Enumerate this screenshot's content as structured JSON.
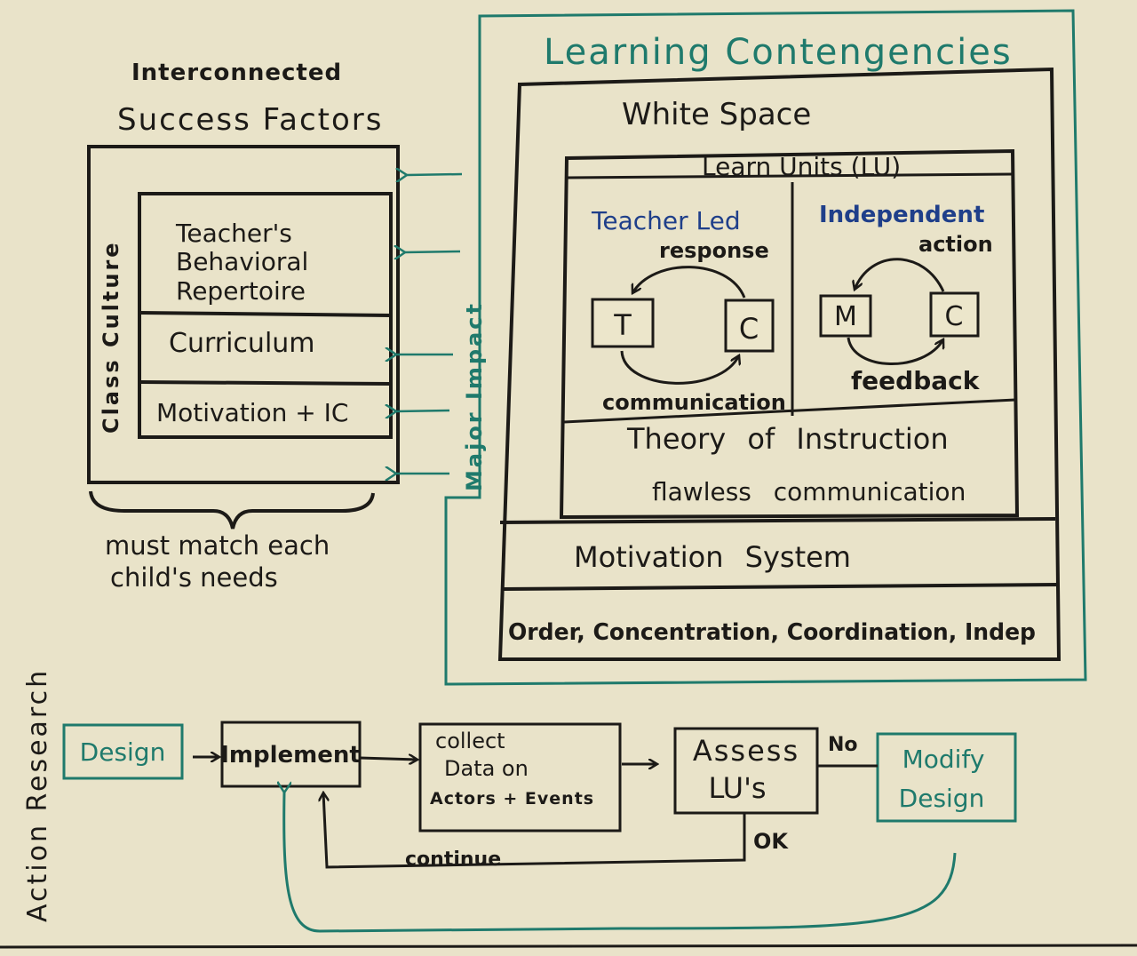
{
  "left_panel": {
    "heading_line1": "Interconnected",
    "heading_line2": "Success Factors",
    "vertical_label": "Class Culture",
    "rows": [
      "Teacher's",
      "Behavioral",
      "Repertoire",
      "Curriculum",
      "Motivation + IC"
    ],
    "brace_note_line1": "must match each",
    "brace_note_line2": "child's needs"
  },
  "major_impact": "Major Impact",
  "right_panel": {
    "title": "Learning Contengencies",
    "white_space": "White Space",
    "learn_units": "Learn Units (LU)",
    "teacher_led": {
      "heading": "Teacher Led",
      "response": "response",
      "box_t": "T",
      "box_c": "C",
      "communication": "communication"
    },
    "independent": {
      "heading": "Independent",
      "action": "action",
      "box_m": "M",
      "box_c": "C",
      "feedback": "feedback"
    },
    "theory_line1": "Theory of Instruction",
    "theory_line2": "flawless communication",
    "motivation_system": "Motivation System",
    "bottom_row": "Order, Concentration, Coordination, Indep"
  },
  "action_research": {
    "label": "Action Research",
    "design": "Design",
    "implement": "Implement",
    "collect_line1": "collect",
    "collect_line2": "Data on",
    "collect_line3": "Actors + Events",
    "assess_line1": "Assess",
    "assess_line2": "LU's",
    "modify_line1": "Modify",
    "modify_line2": "Design",
    "no": "No",
    "ok": "OK",
    "continue": "continue"
  },
  "colors": {
    "ink": "#1c1a17",
    "teal": "#1f7a6c",
    "blue": "#1f3f8a",
    "paper": "#e9e3c9"
  }
}
